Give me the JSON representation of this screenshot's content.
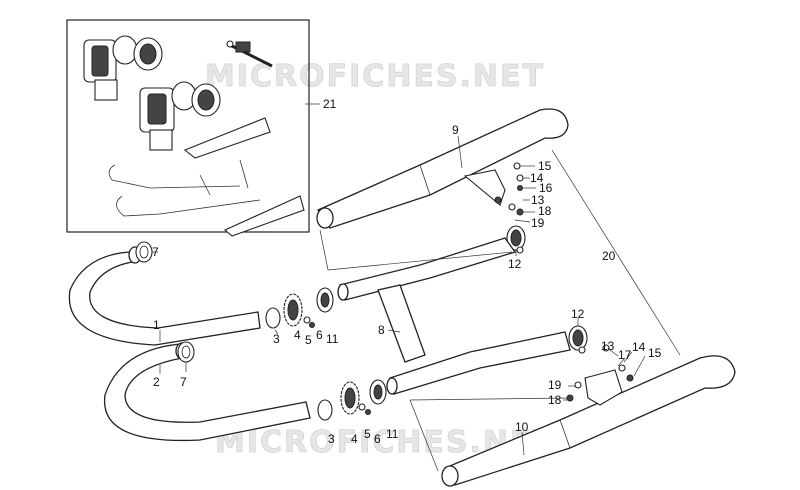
{
  "watermark": "MICROFICHES.NET",
  "callouts": {
    "p1": "1",
    "p2": "2",
    "p3a": "3",
    "p3b": "3",
    "p4a": "4",
    "p4b": "4",
    "p5a": "5",
    "p5b": "5",
    "p6a": "6",
    "p6b": "6",
    "p7a": "7",
    "p7b": "7",
    "p8": "8",
    "p9": "9",
    "p10": "10",
    "p11a": "11",
    "p11b": "11",
    "p12a": "12",
    "p12b": "12",
    "p13a": "13",
    "p13b": "13",
    "p14a": "14",
    "p14b": "14",
    "p15a": "15",
    "p15b": "15",
    "p16": "16",
    "p17": "17",
    "p18a": "18",
    "p18b": "18",
    "p19a": "19",
    "p19b": "19",
    "p20": "20",
    "p21": "21"
  }
}
